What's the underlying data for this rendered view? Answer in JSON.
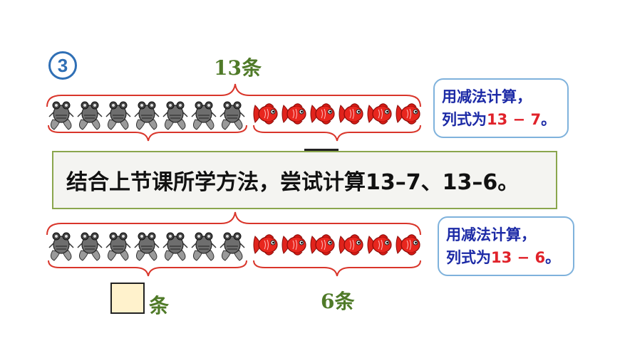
{
  "problem_number": "3",
  "top_section": {
    "total_label": "13条",
    "gray_fish_count": 7,
    "red_fish_count": 6,
    "note_line1": "用减法计算，",
    "note_line2_prefix": "列式为",
    "note_line2_expr": "13 − 7",
    "note_line2_suffix": "。"
  },
  "banner_text": "结合上节课所学方法，尝试计算13–7、13–6。",
  "bottom_section": {
    "gray_fish_count": 7,
    "red_fish_count": 6,
    "blank_label": "条",
    "red_label": "6条",
    "note_line1": "用减法计算，",
    "note_line2_prefix": "列式为",
    "note_line2_expr": "13 − 6",
    "note_line2_suffix": "。"
  },
  "colors": {
    "brace": "#d9352a",
    "label_green": "#4f7a28",
    "note_blue": "#1c2aa6",
    "note_red": "#e0222a",
    "circle_blue": "#2f6fb5",
    "answer_fill": "#fff2cc"
  },
  "icons": {
    "gray_fish": "black-goldfish-icon",
    "red_fish": "red-goldfish-icon"
  }
}
